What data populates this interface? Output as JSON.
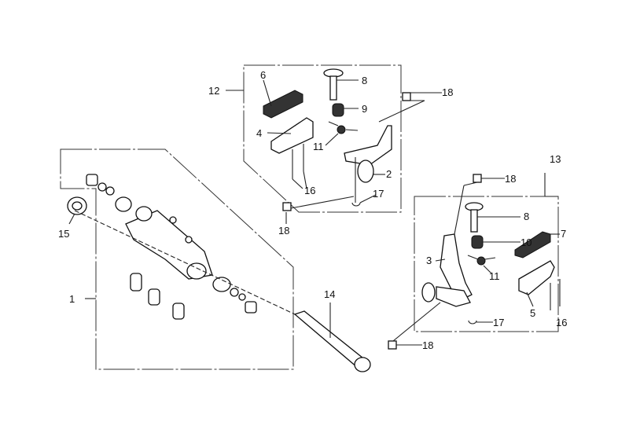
{
  "callouts": [
    "1",
    "2",
    "3",
    "4",
    "5",
    "6",
    "7",
    "8",
    "9",
    "10",
    "11",
    "12",
    "13",
    "14",
    "15",
    "16",
    "17",
    "18"
  ],
  "labels": {
    "l1": "1",
    "l2": "2",
    "l3": "3",
    "l4": "4",
    "l5": "5",
    "l6": "6",
    "l7": "7",
    "l8a": "8",
    "l8b": "8",
    "l9": "9",
    "l10": "10",
    "l11a": "11",
    "l11b": "11",
    "l12": "12",
    "l13": "13",
    "l14": "14",
    "l15": "15",
    "l16a": "16",
    "l16b": "16",
    "l17a": "17",
    "l17b": "17",
    "l18a": "18",
    "l18b": "18",
    "l18c": "18",
    "l18d": "18"
  }
}
